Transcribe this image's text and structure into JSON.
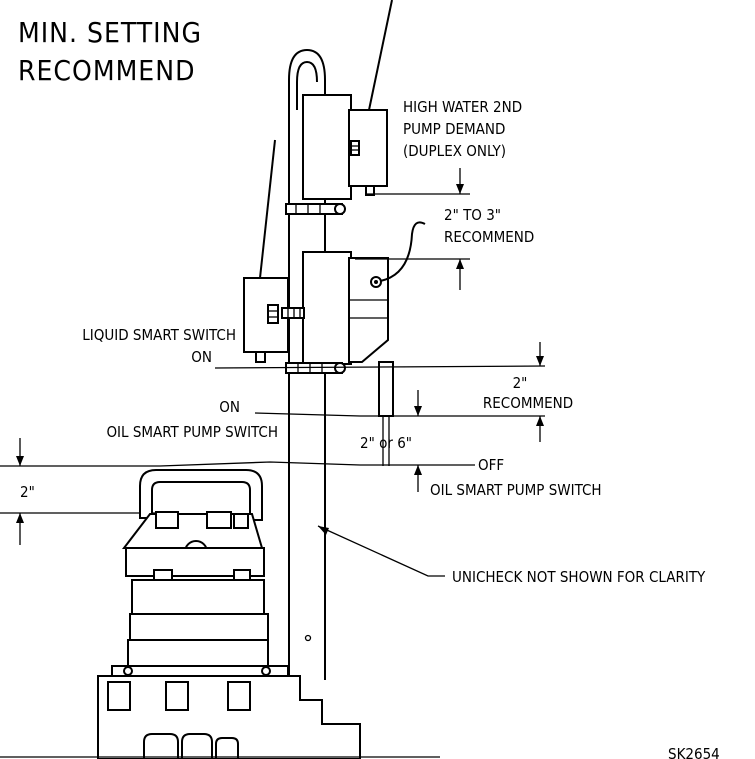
{
  "title": {
    "line1": "MIN. SETTING",
    "line2": "RECOMMEND"
  },
  "callouts": {
    "high_water_1": "HIGH WATER 2ND",
    "high_water_2": "PUMP DEMAND",
    "high_water_3": "(DUPLEX ONLY)",
    "gap_1": "2\" TO 3\"",
    "gap_2": "RECOMMEND",
    "liquid_1": "LIQUID SMART SWITCH",
    "liquid_2": "ON",
    "recommend_2in_value": "2\"",
    "recommend_2in_label": "RECOMMEND",
    "oil_on_1": "ON",
    "oil_on_2": "OIL SMART PUMP SWITCH",
    "range": "2\" or 6\"",
    "oil_off_1": "OFF",
    "oil_off_2": "OIL SMART PUMP SWITCH",
    "left_dim": "2\"",
    "unicheck": "UNICHECK NOT SHOWN FOR CLARITY",
    "drawing_number": "SK2654"
  }
}
